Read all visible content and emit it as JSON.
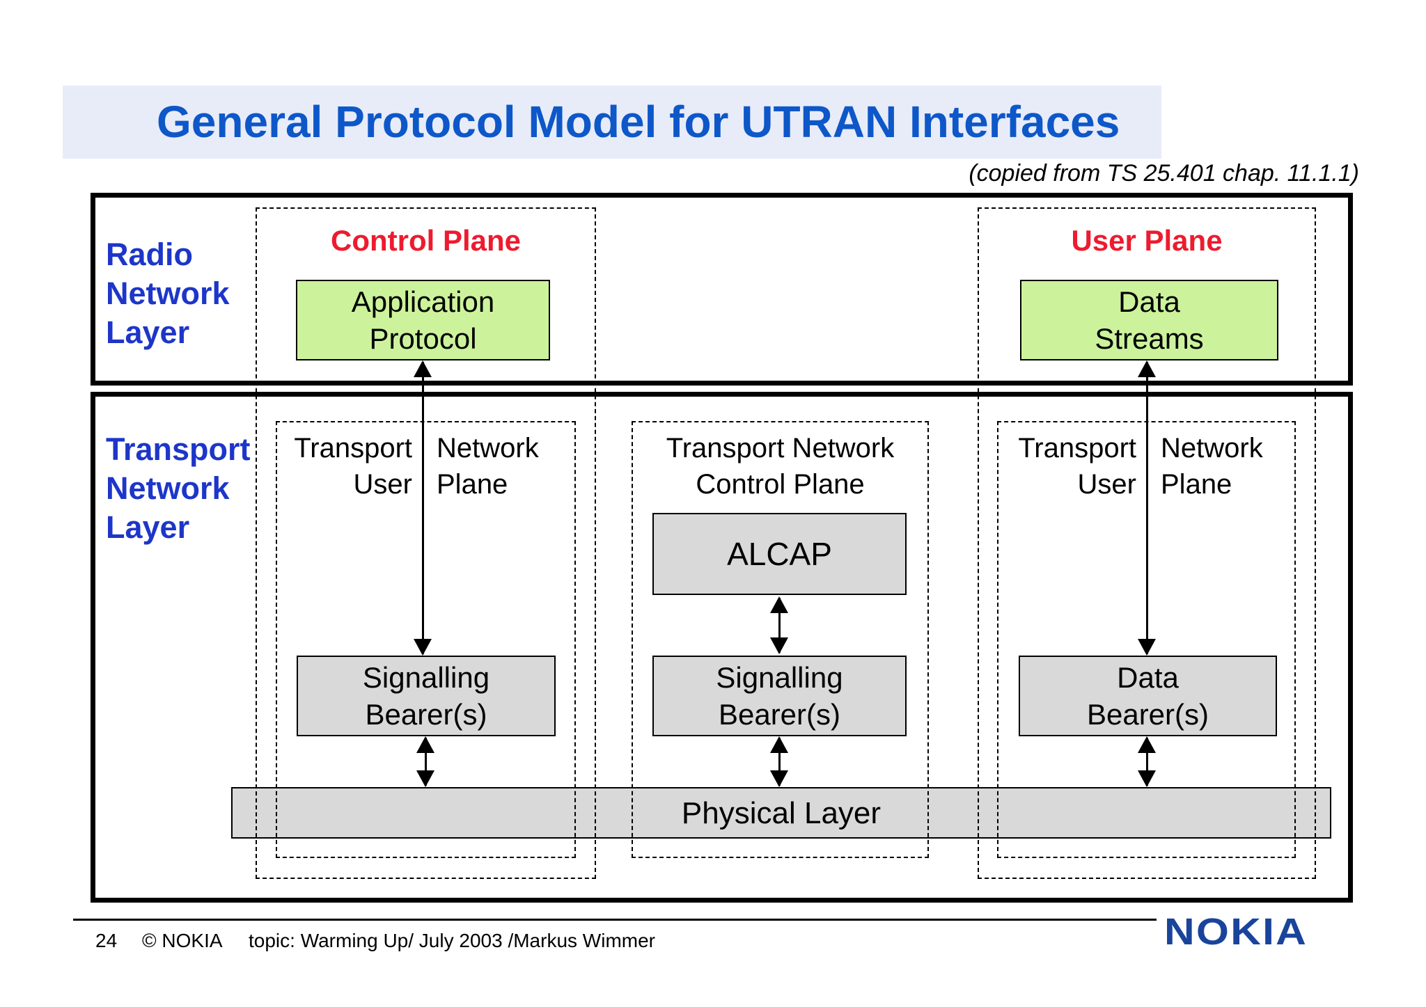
{
  "header": {
    "title": "General Protocol Model for UTRAN Interfaces",
    "subtitle": "(copied from TS 25.401 chap. 11.1.1)"
  },
  "colors": {
    "title_blue": "#0d57c9",
    "layer_label_blue": "#1d36c9",
    "plane_title_red": "#ed1b2f",
    "protocol_green": "#ccf39c",
    "bearer_gray": "#d9d9d9",
    "title_band_bg": "#e8ecf8",
    "nokia_blue": "#1a449c"
  },
  "radio_network_layer": {
    "label_lines": [
      "Radio",
      "Network",
      "Layer"
    ]
  },
  "transport_network_layer": {
    "label_lines": [
      "Transport",
      "Network",
      "Layer"
    ]
  },
  "control_plane": {
    "title": "Control Plane",
    "application_protocol_lines": [
      "Application",
      "Protocol"
    ],
    "signalling_bearer_lines": [
      "Signalling",
      "Bearer(s)"
    ]
  },
  "user_plane": {
    "title": "User Plane",
    "data_streams_lines": [
      "Data",
      "Streams"
    ],
    "data_bearer_lines": [
      "Data",
      "Bearer(s)"
    ]
  },
  "transport_network_user_plane_left": {
    "header_col1_lines": [
      "Transport",
      "User"
    ],
    "header_col2_lines": [
      "Network",
      "Plane"
    ]
  },
  "transport_network_control_plane": {
    "header_lines": [
      "Transport Network",
      "Control Plane"
    ],
    "alcap_label": "ALCAP",
    "signalling_bearer_lines": [
      "Signalling",
      "Bearer(s)"
    ]
  },
  "transport_network_user_plane_right": {
    "header_col1_lines": [
      "Transport",
      "User"
    ],
    "header_col2_lines": [
      "Network",
      "Plane"
    ]
  },
  "physical_layer": {
    "label": "Physical Layer"
  },
  "footer": {
    "page_number": "24",
    "copyright": "© NOKIA",
    "topic": "topic: Warming Up/ July 2003 /Markus Wimmer",
    "logo_text": "NOKIA"
  }
}
